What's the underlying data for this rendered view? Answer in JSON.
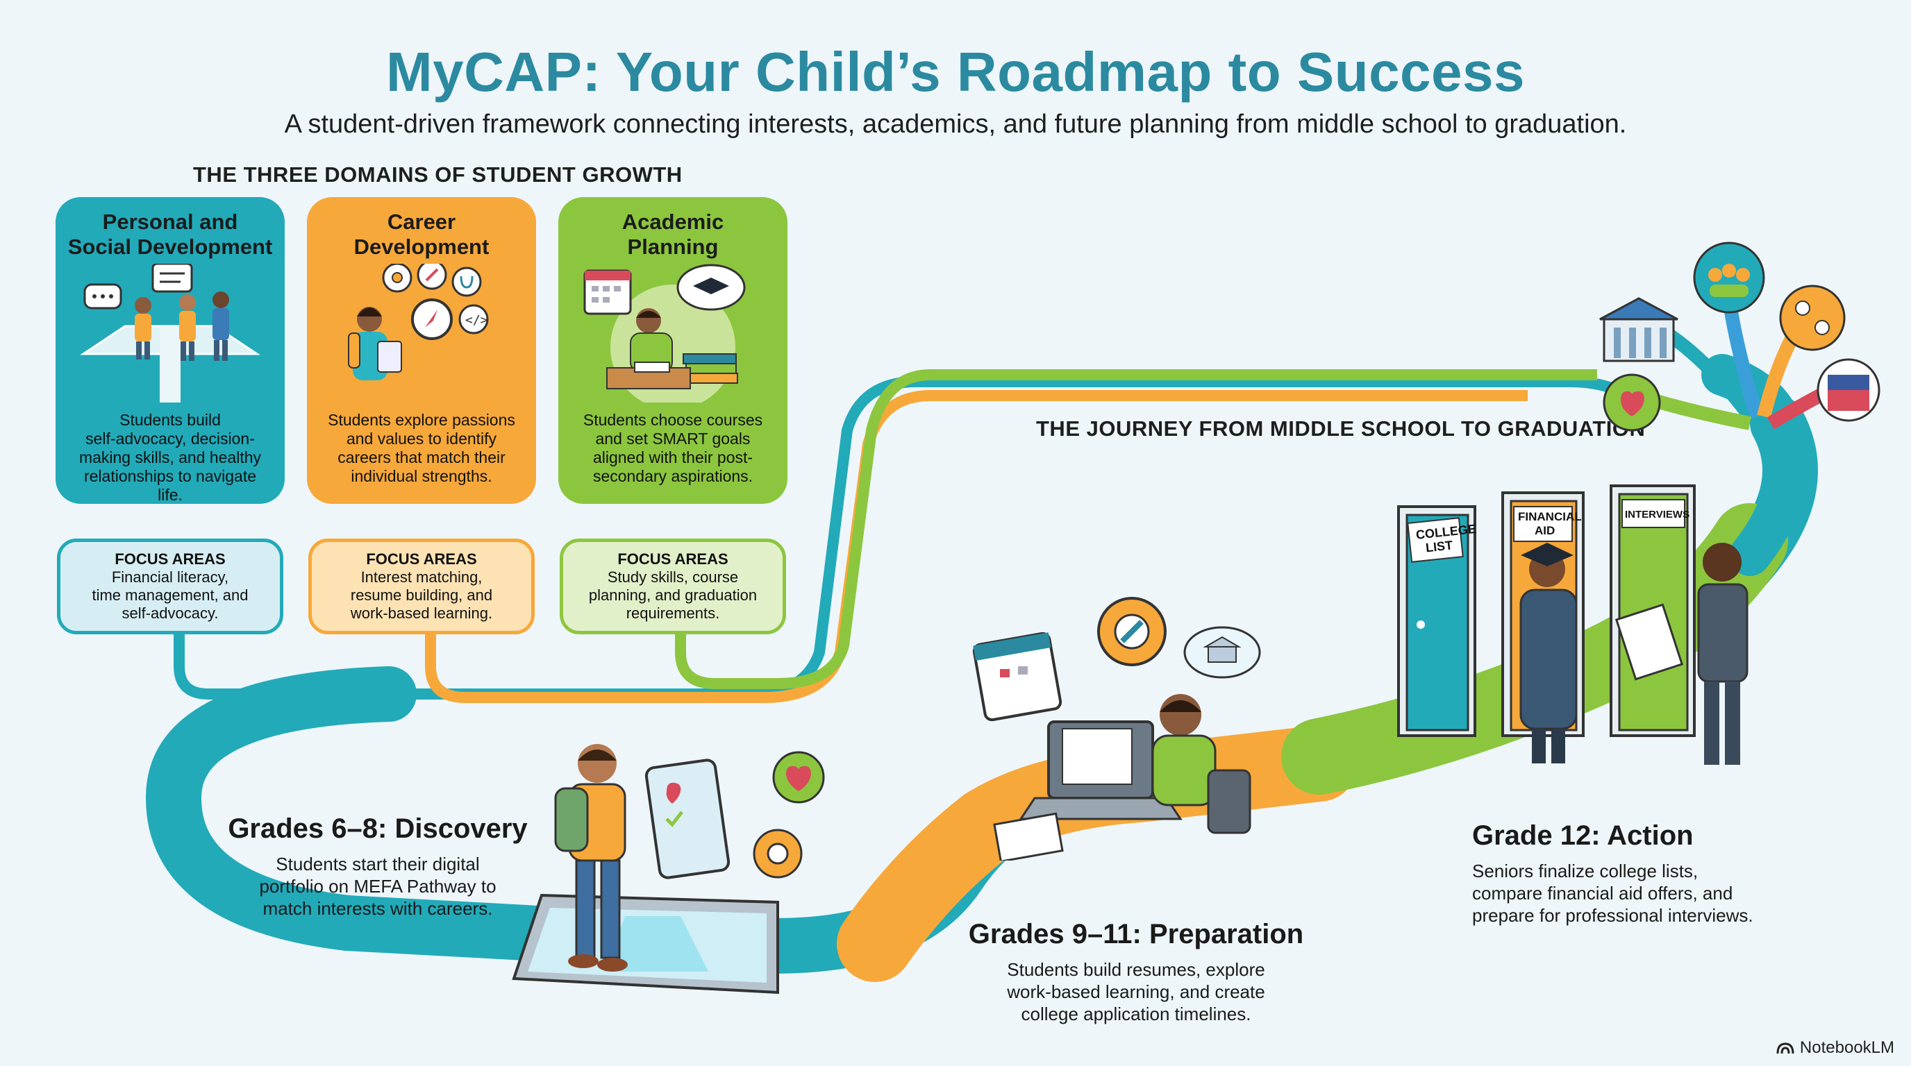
{
  "header": {
    "title": "MyCAP: Your Child’s Roadmap to Success",
    "subtitle": "A student-driven framework connecting interests, academics, and future planning from middle school to graduation."
  },
  "domains_section": {
    "heading": "THE THREE DOMAINS OF STUDENT GROWTH",
    "cards": [
      {
        "title_line1": "Personal and",
        "title_line2": "Social Development",
        "desc_line1": "Students build",
        "desc_line2": "self-advocacy, decision-",
        "desc_line3": "making skills, and healthy",
        "desc_line4": "relationships to navigate life.",
        "focus_label": "FOCUS AREAS",
        "focus_line1": "Financial literacy,",
        "focus_line2": "time management, and",
        "focus_line3": "self-advocacy.",
        "color": "#22aab9"
      },
      {
        "title_line1": "Career",
        "title_line2": "Development",
        "desc_line1": "Students explore passions",
        "desc_line2": "and values to identify",
        "desc_line3": "careers that match their",
        "desc_line4": "individual strengths.",
        "focus_label": "FOCUS AREAS",
        "focus_line1": "Interest matching,",
        "focus_line2": "resume building, and",
        "focus_line3": "work-based learning.",
        "color": "#f7a83a"
      },
      {
        "title_line1": "Academic",
        "title_line2": "Planning",
        "desc_line1": "Students choose courses",
        "desc_line2": "and set SMART goals",
        "desc_line3": "aligned with their post-",
        "desc_line4": "secondary aspirations.",
        "focus_label": "FOCUS AREAS",
        "focus_line1": "Study skills, course",
        "focus_line2": "planning, and graduation",
        "focus_line3": "requirements.",
        "color": "#8cc63f"
      }
    ]
  },
  "journey_section": {
    "heading": "THE JOURNEY FROM MIDDLE SCHOOL TO GRADUATION",
    "stages": [
      {
        "title": "Grades 6–8: Discovery",
        "desc_line1": "Students start their digital",
        "desc_line2": "portfolio on MEFA Pathway to",
        "desc_line3": "match interests with careers."
      },
      {
        "title": "Grades 9–11: Preparation",
        "desc_line1": "Students build resumes, explore",
        "desc_line2": "work-based learning, and create",
        "desc_line3": "college application timelines."
      },
      {
        "title": "Grade 12: Action",
        "desc_line1": "Seniors finalize college lists,",
        "desc_line2": "compare financial aid offers, and",
        "desc_line3": "prepare for professional interviews."
      }
    ],
    "doors": {
      "door1_line1": "COLLEGE",
      "door1_line2": "LIST",
      "door2_line1": "FINANCIAL",
      "door2_line2": "AID",
      "door3": "INTERVIEWS"
    }
  },
  "footer": {
    "logo": "NotebookLM"
  },
  "colors": {
    "teal": "#22aab9",
    "orange": "#f7a83a",
    "green": "#8cc63f",
    "title": "#2b8aa0"
  },
  "icons": [
    "speech-bubble-icon",
    "gear-icon",
    "paintbrush-icon",
    "stethoscope-icon",
    "code-icon",
    "compass-icon",
    "calendar-icon",
    "graduation-cap-icon",
    "books-icon",
    "heart-icon",
    "checklist-icon",
    "wrench-gear-icon",
    "cloud-building-icon",
    "courthouse-icon",
    "group-icon",
    "tools-icon",
    "heartbeat-icon",
    "flag-icon",
    "notebooklm-logo-icon"
  ]
}
